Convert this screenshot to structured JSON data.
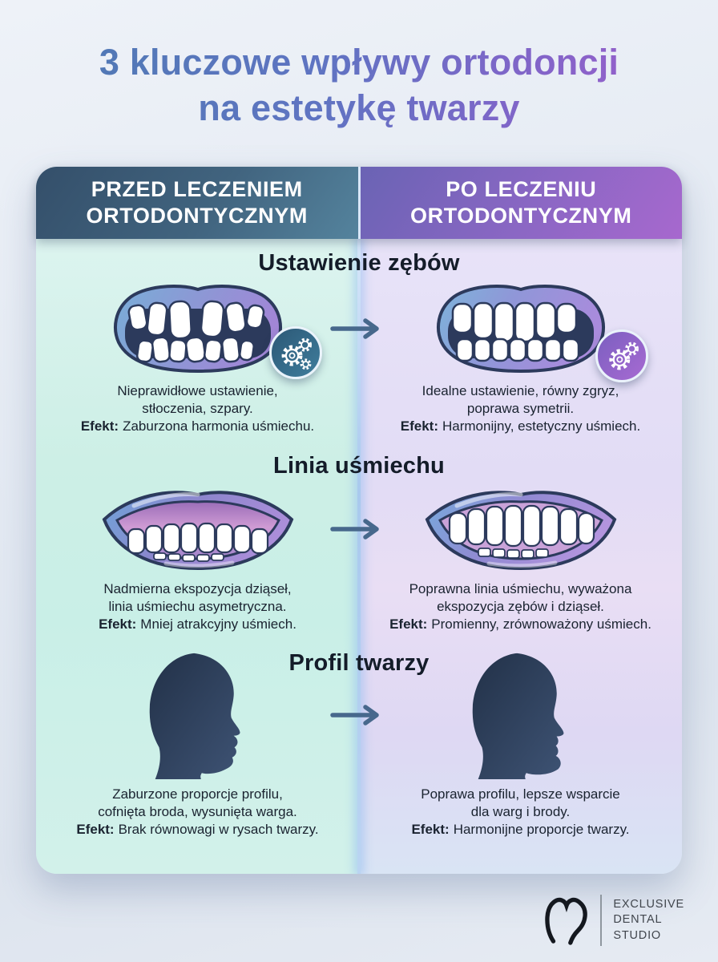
{
  "title": {
    "line1": "3 kluczowe wpływy ortodoncji",
    "line2": "na estetykę twarzy"
  },
  "header": {
    "before": "PRZED LECZENIEM ORTODONTYCZNYM",
    "after": "PO LECZENIU ORTODONTYCZNYM"
  },
  "sections": [
    {
      "title": "Ustawienie zębów",
      "before": {
        "line1": "Nieprawidłowe ustawienie,",
        "line2": "stłoczenia, szpary.",
        "effect_label": "Efekt:",
        "effect": "Zaburzona harmonia uśmiechu."
      },
      "after": {
        "line1": "Idealne ustawienie, równy zgryz,",
        "line2": "poprawa symetrii.",
        "effect_label": "Efekt:",
        "effect": "Harmonijny, estetyczny uśmiech."
      }
    },
    {
      "title": "Linia uśmiechu",
      "before": {
        "line1": "Nadmierna ekspozycja dziąseł,",
        "line2": "linia uśmiechu asymetryczna.",
        "effect_label": "Efekt:",
        "effect": "Mniej atrakcyjny uśmiech."
      },
      "after": {
        "line1": "Poprawna linia uśmiechu, wyważona",
        "line2": "ekspozycja zębów i dziąseł.",
        "effect_label": "Efekt:",
        "effect": "Promienny, zrównoważony uśmiech."
      }
    },
    {
      "title": "Profil twarzy",
      "before": {
        "line1": "Zaburzone proporcje profilu,",
        "line2": "cofnięta broda, wysunięta warga.",
        "effect_label": "Efekt:",
        "effect": "Brak równowagi w rysach twarzy."
      },
      "after": {
        "line1": "Poprawa profilu, lepsze wsparcie",
        "line2": "dla warg i brody.",
        "effect_label": "Efekt:",
        "effect": "Harmonijne proporcje twarzy."
      }
    }
  ],
  "logo": {
    "line1": "EXCLUSIVE",
    "line2": "DENTAL",
    "line3": "STUDIO",
    "icon": "tooth-icon"
  },
  "icons": {
    "gears": "gears-icon",
    "arrow": "arrow-right-icon",
    "tooth": "tooth-logo-icon"
  },
  "colors": {
    "title_gradient_start": "#4e7ab2",
    "title_gradient_end": "#9c5ecb",
    "header_before_start": "#344f6a",
    "header_before_end": "#54839d",
    "header_after_start": "#6a63b4",
    "header_after_end": "#a768ce",
    "panel_before_bg": "#cdefe6",
    "panel_after_bg": "#e2dcf5",
    "arrow": "#47688c",
    "text": "#1a2330"
  }
}
